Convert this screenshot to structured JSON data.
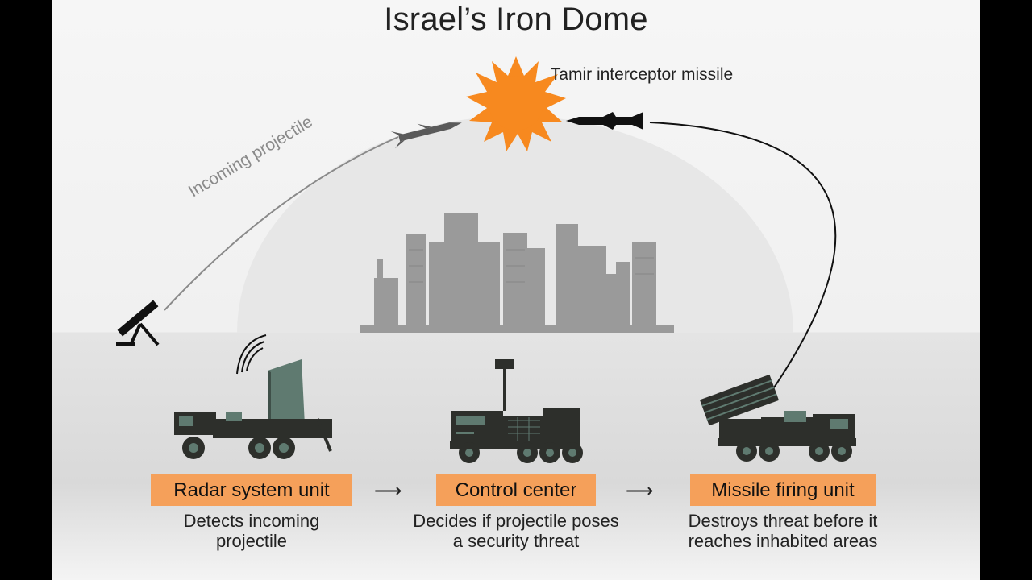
{
  "title": "Israel’s Iron Dome",
  "interceptor_label": "Tamir interceptor missile",
  "incoming_label": "Incoming projectile",
  "steps": [
    {
      "label": "Radar system unit",
      "description": "Detects incoming projectile"
    },
    {
      "label": "Control center",
      "description": "Decides if projectile poses a security threat"
    },
    {
      "label": "Missile firing unit",
      "description": "Destroys threat before it reaches inhabited areas"
    }
  ],
  "colors": {
    "accent": "#f5a05a",
    "explosion": "#f7891f",
    "vehicle": "#2d2f2b",
    "radar_panel": "#5f7a70",
    "city": "#9a9a9a"
  }
}
